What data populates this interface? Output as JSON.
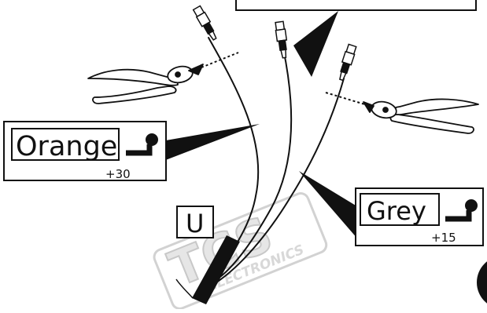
{
  "labels": {
    "orange": {
      "text": "Orange",
      "value": "+30"
    },
    "grey": {
      "text": "Grey",
      "value": "+15"
    },
    "u": {
      "text": "U"
    }
  },
  "watermark": {
    "brand": "TCS",
    "text": "ELECTRONICS"
  },
  "colors": {
    "ink": "#111111",
    "watermark": "#cfcfcf",
    "background": "#ffffff"
  },
  "icons": [
    "pliers-icon",
    "connector-pin-icon",
    "wire-terminal-icon"
  ]
}
